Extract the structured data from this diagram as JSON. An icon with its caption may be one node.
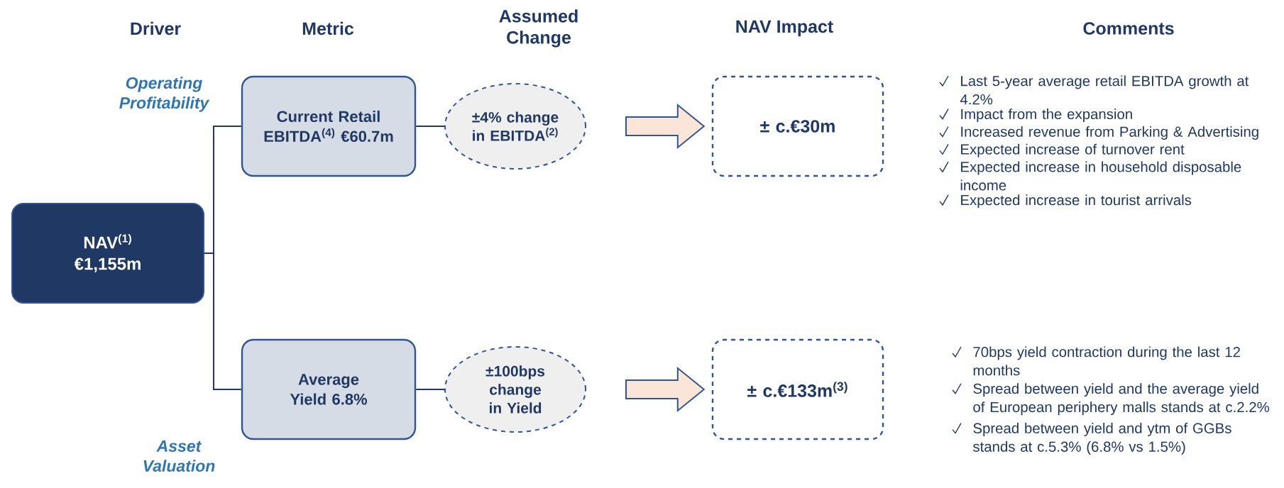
{
  "diagram": {
    "nodes": [
      {
        "text": [
          "NAV$^{(1)}$ €1,155m"
        ]
      },
      {
        "text": [
          "Current Retail EBITDA$^{(4)}$ €60.7m"
        ]
      },
      {
        "text": [
          "±4% change in EBITDA$^{(2)}$"
        ]
      },
      {
        "text": [
          "± c.€30m"
        ]
      },
      {
        "text": [
          "Average Yield 6.8%"
        ]
      },
      {
        "text": [
          "±100bps change in Yield"
        ]
      },
      {
        "text": [
          "± c.€133m$^{(3)}$"
        ]
      }
    ],
    "edges": [
      {
        "from": 0,
        "to": 1,
        "arrow": "none"
      },
      {
        "from": 0,
        "to": 4,
        "arrow": "none"
      },
      {
        "from": 1,
        "to": 2,
        "arrow": "none"
      },
      {
        "from": 2,
        "to": 3,
        "arrow": "to",
        "style": "thick"
      },
      {
        "from": 4,
        "to": 5,
        "arrow": "none"
      },
      {
        "from": 5,
        "to": 6,
        "arrow": "to",
        "style": "thick"
      }
    ],
    "labels": [
      "Driver",
      "Metric",
      "Assumed Change",
      "NAV Impact",
      "Comments",
      "Operating Profitability",
      "Asset Valuation",
      "Last 5-year average retail EBITDA growth at 4.2%",
      "Impact from the expansion",
      "Increased revenue from Parking & Advertising",
      "Expected increase of turnover rent",
      "Expected increase in household disposable income",
      "Expected increase in tourist arrivals",
      "70bps yield contraction during the last 12 months",
      "Spread between yield and the average yield of European periphery malls stands at c.2.2%",
      "Spread between yield and ytm of GGBs stands at c.5.3% (6.8% vs 1.5%)"
    ]
  }
}
